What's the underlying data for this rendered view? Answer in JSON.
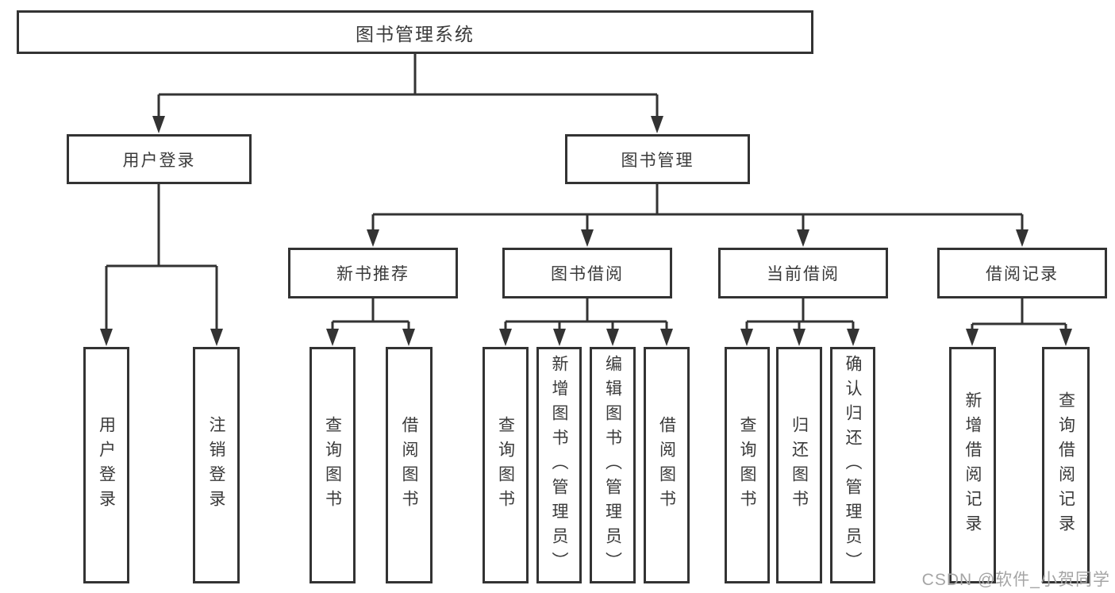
{
  "diagram": {
    "type": "hierarchy-tree",
    "root": {
      "label": "图书管理系统",
      "children": [
        {
          "label": "用户登录",
          "children": [
            {
              "label": "用户登录"
            },
            {
              "label": "注销登录"
            }
          ]
        },
        {
          "label": "图书管理",
          "children": [
            {
              "label": "新书推荐",
              "children": [
                {
                  "label": "查询图书"
                },
                {
                  "label": "借阅图书"
                }
              ]
            },
            {
              "label": "图书借阅",
              "children": [
                {
                  "label": "查询图书"
                },
                {
                  "label": "新增图书（管理员）"
                },
                {
                  "label": "编辑图书（管理员）"
                },
                {
                  "label": "借阅图书"
                }
              ]
            },
            {
              "label": "当前借阅",
              "children": [
                {
                  "label": "查询图书"
                },
                {
                  "label": "归还图书"
                },
                {
                  "label": "确认归还（管理员）"
                }
              ]
            },
            {
              "label": "借阅记录",
              "children": [
                {
                  "label": "新增借阅记录"
                },
                {
                  "label": "查询借阅记录"
                }
              ]
            }
          ]
        }
      ]
    },
    "watermark": "CSDN @软件_小贺同学",
    "colors": {
      "line": "#333333",
      "box_border": "#333333",
      "box_fill": "#ffffff",
      "text": "#3a3a3a",
      "watermark": "#a5a5a5"
    }
  }
}
